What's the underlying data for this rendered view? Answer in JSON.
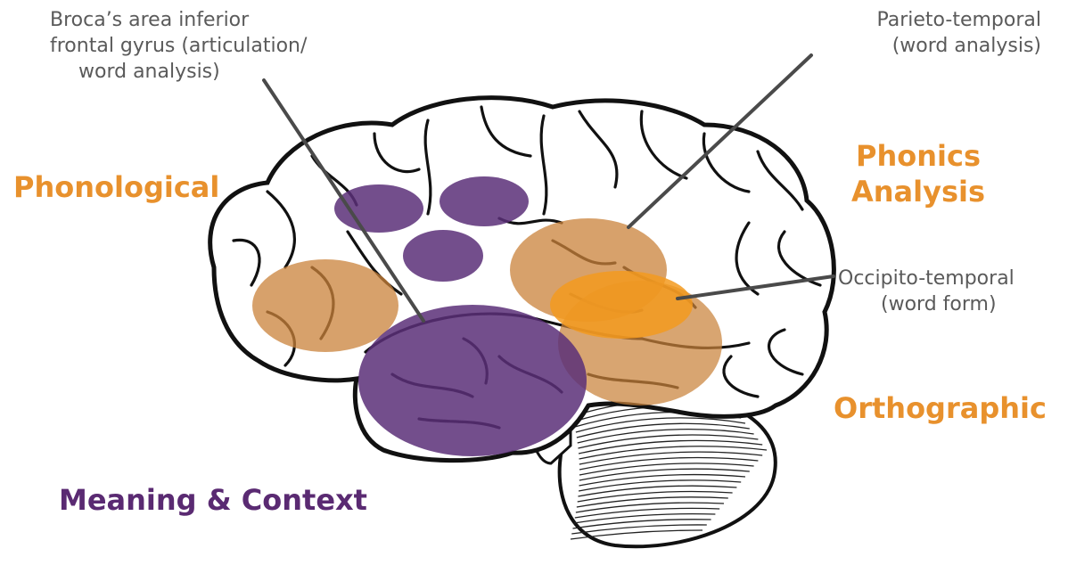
{
  "callouts": {
    "broca": [
      "Broca’s area inferior",
      "frontal gyrus (articulation/",
      "word analysis)"
    ],
    "parieto": [
      "Parieto-temporal",
      "(word analysis)"
    ],
    "occipito": [
      "Occipito-temporal",
      "(word form)"
    ]
  },
  "regions": {
    "phonological": "Phonological",
    "phonics": [
      "Phonics",
      "Analysis"
    ],
    "orthographic": "Orthographic",
    "meaning": "Meaning & Context"
  },
  "colors": {
    "orange_text": "#e8912d",
    "purple_text": "#5a2a72",
    "orange_region": "#c9823a",
    "bright_orange_region": "#f39a1e",
    "purple_region": "#5b2f78",
    "callout_text": "#5a5a5a",
    "outline": "#111111"
  }
}
